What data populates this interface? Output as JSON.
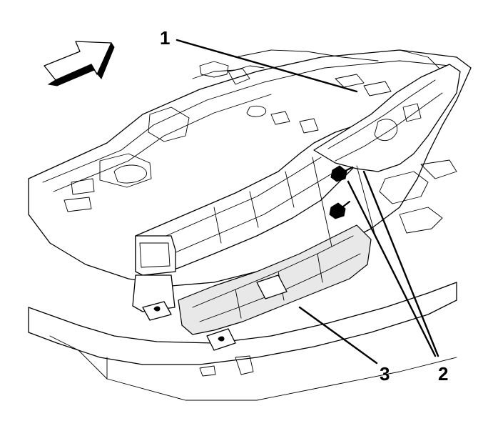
{
  "figure": {
    "callouts": [
      {
        "id": "1",
        "label": "1"
      },
      {
        "id": "2",
        "label": "2"
      },
      {
        "id": "3",
        "label": "3"
      }
    ],
    "direction_arrow_icon": "front-arrow-icon"
  }
}
